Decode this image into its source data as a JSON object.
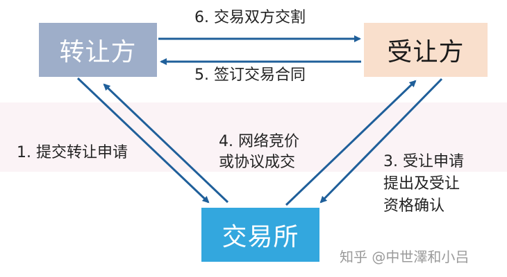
{
  "colors": {
    "transferor_box": "#9eaec9",
    "transferee_box": "#f9dfcc",
    "exchange_box": "#33a7de",
    "arrow": "#1f5f9a"
  },
  "nodes": {
    "transferor": "转让方",
    "transferee": "受让方",
    "exchange": "交易所"
  },
  "edges": {
    "step6": "6. 交易双方交割",
    "step5": "5. 签订交易合同",
    "step1": "1. 提交转让申请",
    "step4_line1": "4. 网络竞价",
    "step4_line2": "或协议成交",
    "step3_line1": "3. 受让申请",
    "step3_line2": "提出及受让",
    "step3_line3": "资格确认"
  },
  "credit": "知乎 @中世澤和小吕"
}
